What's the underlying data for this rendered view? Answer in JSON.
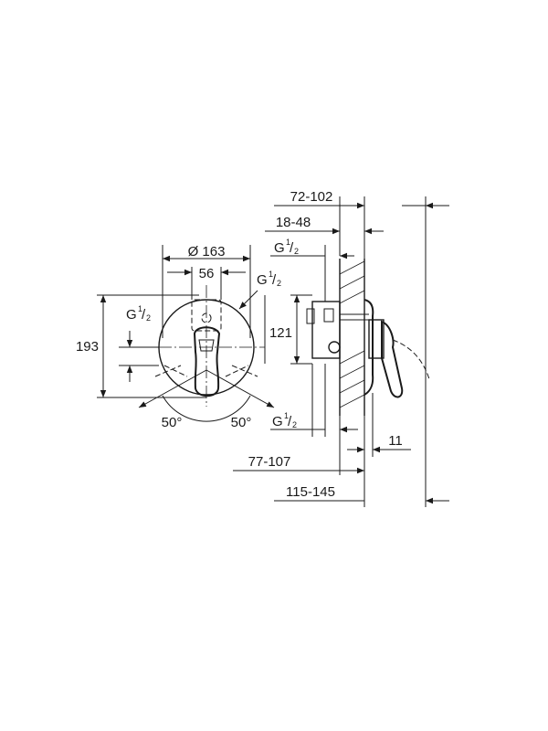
{
  "front_view": {
    "diameter": "Ø 163",
    "width_56": "56",
    "height_193": "193",
    "thread_label_g": "G",
    "thread_sup": "1",
    "thread_slash": "/",
    "thread_sub": "2",
    "angle_left": "50°",
    "angle_right": "50°"
  },
  "side_view": {
    "dim_72_102": "72-102",
    "dim_18_48": "18-48",
    "dim_121": "121",
    "dim_77_107": "77-107",
    "dim_115_145": "115-145",
    "dim_11": "11",
    "thread_label_g": "G",
    "thread_sup": "1",
    "thread_slash": "/",
    "thread_sub": "2"
  }
}
